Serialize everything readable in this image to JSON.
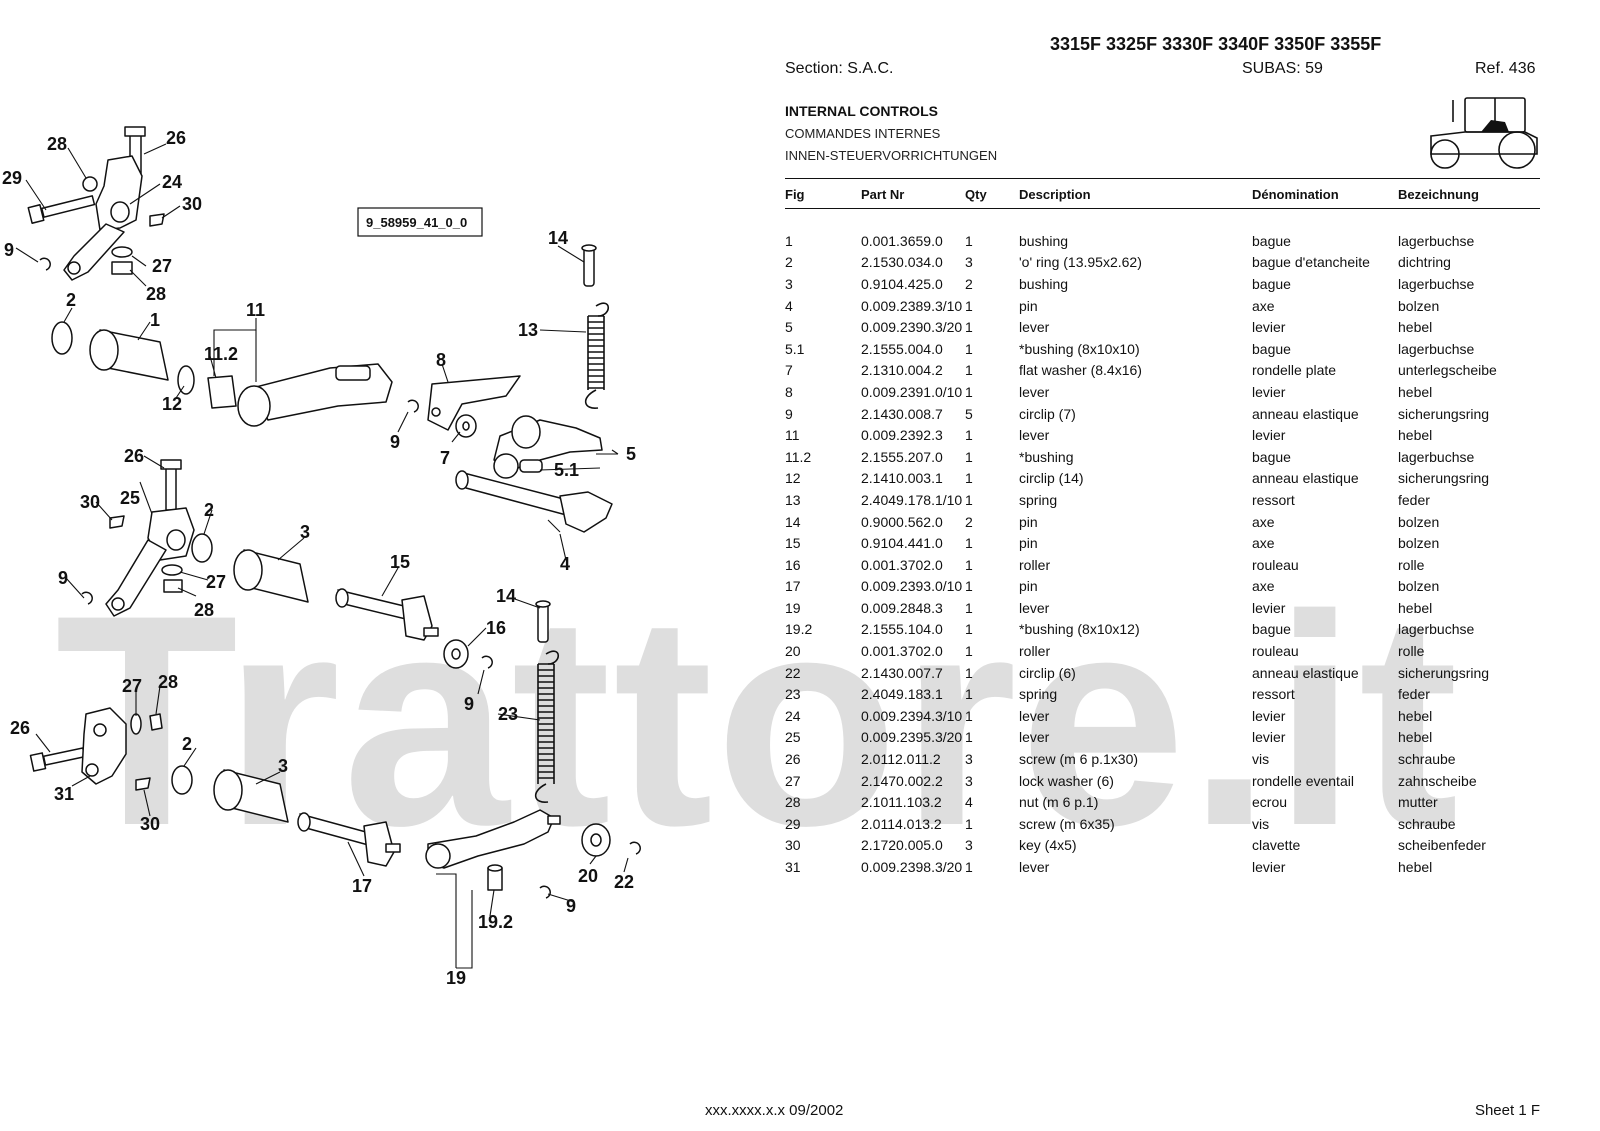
{
  "header": {
    "models": "3315F 3325F 3330F 3340F 3350F 3355F",
    "section": "Section: S.A.C.",
    "subas": "SUBAS: 59",
    "ref": "Ref. 436",
    "title_en": "INTERNAL CONTROLS",
    "title_fr": "COMMANDES INTERNES",
    "title_de": "INNEN-STEUERVORRICHTUNGEN"
  },
  "diagram": {
    "drawing_ref": "9_58959_41_0_0",
    "callouts": [
      "28",
      "26",
      "29",
      "24",
      "30",
      "9",
      "27",
      "28",
      "2",
      "1",
      "11",
      "11.2",
      "12",
      "14",
      "13",
      "8",
      "9",
      "7",
      "5",
      "5.1",
      "26",
      "30",
      "25",
      "2",
      "9",
      "27",
      "28",
      "3",
      "15",
      "4",
      "14",
      "16",
      "9",
      "23",
      "27",
      "28",
      "26",
      "2",
      "31",
      "30",
      "3",
      "17",
      "20",
      "22",
      "9",
      "19.2",
      "19"
    ]
  },
  "table": {
    "headers": {
      "fig": "Fig",
      "part": "Part Nr",
      "qty": "Qty",
      "desc": "Description",
      "den": "Dénomination",
      "bez": "Bezeichnung"
    },
    "rows": [
      {
        "fig": "1",
        "part": "0.001.3659.0",
        "qty": "1",
        "desc": "bushing",
        "den": "bague",
        "bez": "lagerbuchse"
      },
      {
        "fig": "2",
        "part": "2.1530.034.0",
        "qty": "3",
        "desc": "'o' ring (13.95x2.62)",
        "den": "bague d'etancheite",
        "bez": "dichtring"
      },
      {
        "fig": "3",
        "part": "0.9104.425.0",
        "qty": "2",
        "desc": "bushing",
        "den": "bague",
        "bez": "lagerbuchse"
      },
      {
        "fig": "4",
        "part": "0.009.2389.3/10",
        "qty": "1",
        "desc": "pin",
        "den": "axe",
        "bez": "bolzen"
      },
      {
        "fig": "5",
        "part": "0.009.2390.3/20",
        "qty": "1",
        "desc": "lever",
        "den": "levier",
        "bez": "hebel"
      },
      {
        "fig": "5.1",
        "part": "2.1555.004.0",
        "qty": "1",
        "desc": "*bushing (8x10x10)",
        "den": "bague",
        "bez": "lagerbuchse"
      },
      {
        "fig": "7",
        "part": "2.1310.004.2",
        "qty": "1",
        "desc": "flat washer (8.4x16)",
        "den": "rondelle plate",
        "bez": "unterlegscheibe"
      },
      {
        "fig": "8",
        "part": "0.009.2391.0/10",
        "qty": "1",
        "desc": "lever",
        "den": "levier",
        "bez": "hebel"
      },
      {
        "fig": "9",
        "part": "2.1430.008.7",
        "qty": "5",
        "desc": "circlip (7)",
        "den": "anneau elastique",
        "bez": "sicherungsring"
      },
      {
        "fig": "11",
        "part": "0.009.2392.3",
        "qty": "1",
        "desc": "lever",
        "den": "levier",
        "bez": "hebel"
      },
      {
        "fig": "11.2",
        "part": "2.1555.207.0",
        "qty": "1",
        "desc": "*bushing",
        "den": "bague",
        "bez": "lagerbuchse"
      },
      {
        "fig": "12",
        "part": "2.1410.003.1",
        "qty": "1",
        "desc": "circlip (14)",
        "den": "anneau elastique",
        "bez": "sicherungsring"
      },
      {
        "fig": "13",
        "part": "2.4049.178.1/10",
        "qty": "1",
        "desc": "spring",
        "den": "ressort",
        "bez": "feder"
      },
      {
        "fig": "14",
        "part": "0.9000.562.0",
        "qty": "2",
        "desc": "pin",
        "den": "axe",
        "bez": "bolzen"
      },
      {
        "fig": "15",
        "part": "0.9104.441.0",
        "qty": "1",
        "desc": "pin",
        "den": "axe",
        "bez": "bolzen"
      },
      {
        "fig": "16",
        "part": "0.001.3702.0",
        "qty": "1",
        "desc": "roller",
        "den": "rouleau",
        "bez": "rolle"
      },
      {
        "fig": "17",
        "part": "0.009.2393.0/10",
        "qty": "1",
        "desc": "pin",
        "den": "axe",
        "bez": "bolzen"
      },
      {
        "fig": "19",
        "part": "0.009.2848.3",
        "qty": "1",
        "desc": "lever",
        "den": "levier",
        "bez": "hebel"
      },
      {
        "fig": "19.2",
        "part": "2.1555.104.0",
        "qty": "1",
        "desc": "*bushing (8x10x12)",
        "den": "bague",
        "bez": "lagerbuchse"
      },
      {
        "fig": "20",
        "part": "0.001.3702.0",
        "qty": "1",
        "desc": "roller",
        "den": "rouleau",
        "bez": "rolle"
      },
      {
        "fig": "22",
        "part": "2.1430.007.7",
        "qty": "1",
        "desc": "circlip (6)",
        "den": "anneau elastique",
        "bez": "sicherungsring"
      },
      {
        "fig": "23",
        "part": "2.4049.183.1",
        "qty": "1",
        "desc": "spring",
        "den": "ressort",
        "bez": "feder"
      },
      {
        "fig": "24",
        "part": "0.009.2394.3/10",
        "qty": "1",
        "desc": "lever",
        "den": "levier",
        "bez": "hebel"
      },
      {
        "fig": "25",
        "part": "0.009.2395.3/20",
        "qty": "1",
        "desc": "lever",
        "den": "levier",
        "bez": "hebel"
      },
      {
        "fig": "26",
        "part": "2.0112.011.2",
        "qty": "3",
        "desc": "screw (m 6 p.1x30)",
        "den": "vis",
        "bez": "schraube"
      },
      {
        "fig": "27",
        "part": "2.1470.002.2",
        "qty": "3",
        "desc": "lock washer (6)",
        "den": "rondelle eventail",
        "bez": "zahnscheibe"
      },
      {
        "fig": "28",
        "part": "2.1011.103.2",
        "qty": "4",
        "desc": "nut (m 6 p.1)",
        "den": "ecrou",
        "bez": "mutter"
      },
      {
        "fig": "29",
        "part": "2.0114.013.2",
        "qty": "1",
        "desc": "screw (m 6x35)",
        "den": "vis",
        "bez": "schraube"
      },
      {
        "fig": "30",
        "part": "2.1720.005.0",
        "qty": "3",
        "desc": "key (4x5)",
        "den": "clavette",
        "bez": "scheibenfeder"
      },
      {
        "fig": "31",
        "part": "0.009.2398.3/20",
        "qty": "1",
        "desc": "lever",
        "den": "levier",
        "bez": "hebel"
      }
    ]
  },
  "watermark": "Trattore.it",
  "footer": {
    "code": "xxx.xxxx.x.x  09/2002",
    "sheet": "Sheet 1 F"
  }
}
